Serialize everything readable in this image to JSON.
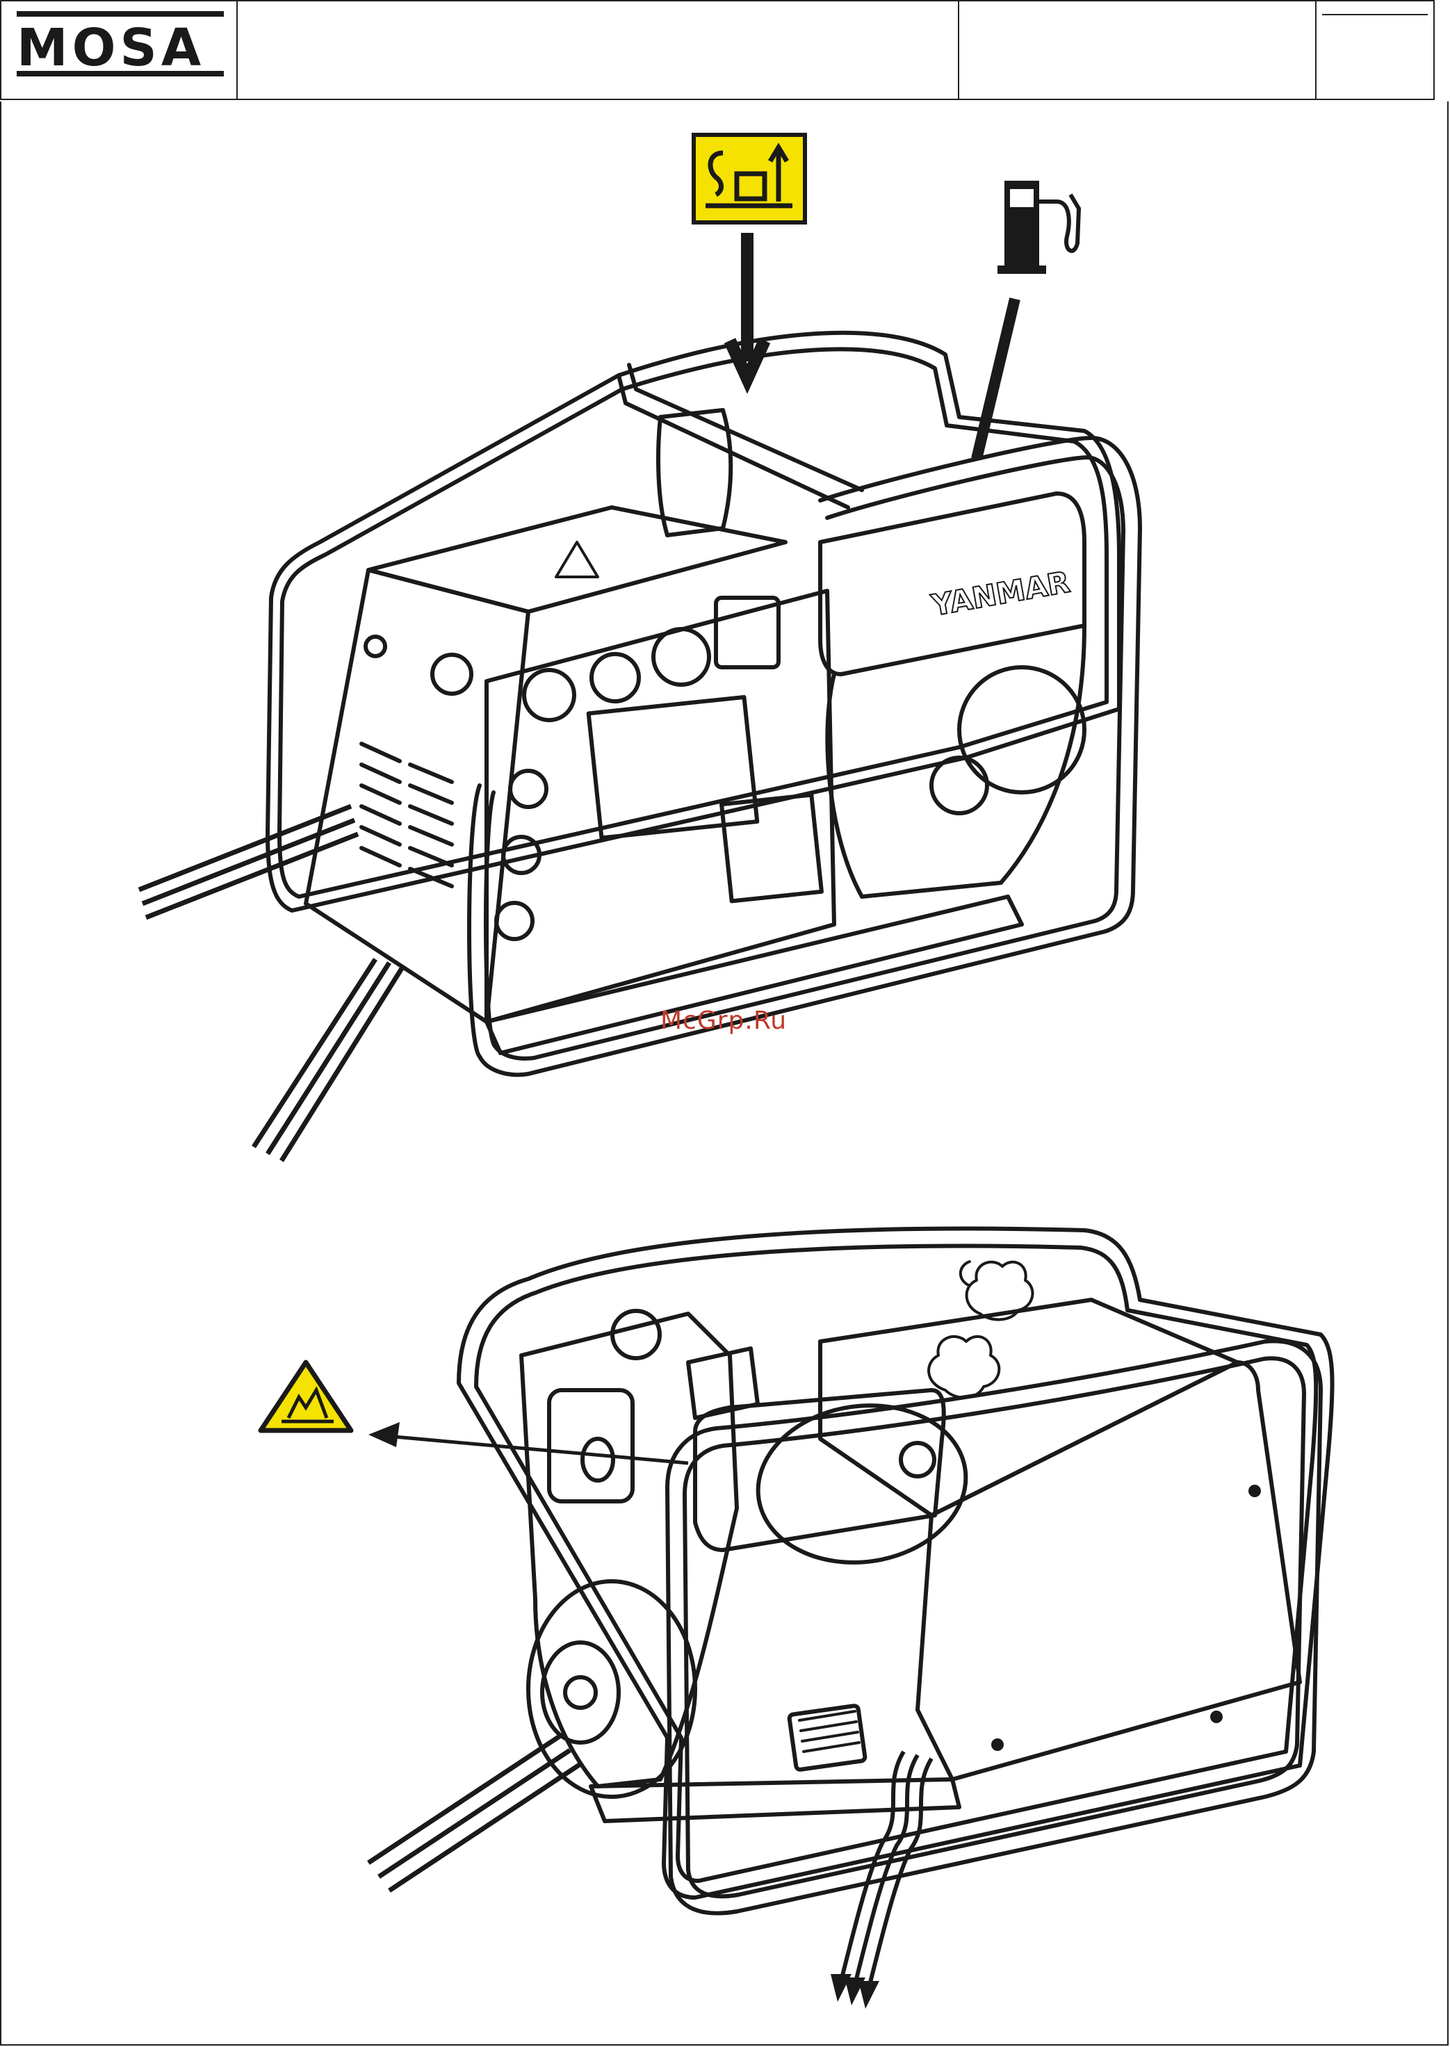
{
  "header": {
    "logo_text": "MOSA"
  },
  "engine": {
    "brand_label": "YANMAR"
  },
  "watermark": {
    "text": "McGrp.Ru"
  },
  "icons": {
    "lifting": "lifting-point-icon",
    "fuel": "fuel-pump-icon",
    "hot_surface": "hot-surface-warning-icon"
  },
  "colors": {
    "warning_yellow": "#f5e200",
    "line": "#1a1a1a",
    "watermark": "#c0392b"
  }
}
